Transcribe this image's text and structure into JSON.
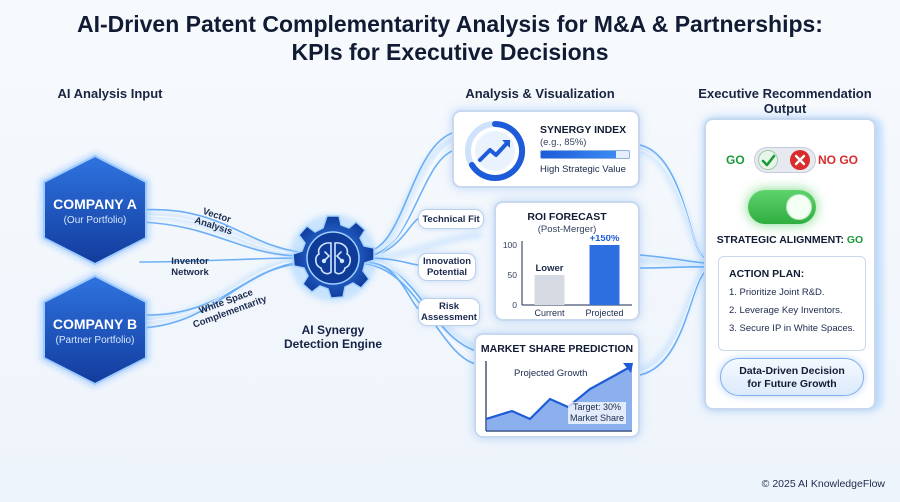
{
  "title_line1": "AI-Driven Patent Complementarity Analysis for M&A & Partnerships:",
  "title_line2": "KPIs for Executive Decisions",
  "sections": {
    "input": "AI Analysis Input",
    "analysis": "Analysis & Visualization",
    "output_line1": "Executive Recommendation",
    "output_line2": "Output"
  },
  "company_a": {
    "name": "COMPANY A",
    "sub": "(Our Portfolio)"
  },
  "company_b": {
    "name": "COMPANY B",
    "sub": "(Partner Portfolio)"
  },
  "flow_labels": {
    "vector_1": "Vector",
    "vector_2": "Analysis",
    "inventor_1": "Inventor",
    "inventor_2": "Network",
    "white_1": "White Space",
    "white_2": "Complementarity"
  },
  "engine": {
    "line1": "AI Synergy",
    "line2": "Detection Engine"
  },
  "kpi_pills": {
    "technical_fit": "Technical Fit",
    "innovation_1": "Innovation",
    "innovation_2": "Potential",
    "risk_1": "Risk",
    "risk_2": "Assessment"
  },
  "synergy": {
    "title": "SYNERGY INDEX",
    "subtitle": "(e.g., 85%)",
    "fill_fraction": 0.85,
    "value_label": "High Strategic Value"
  },
  "roi": {
    "title": "ROI FORECAST",
    "subtitle": "(Post-Merger)"
  },
  "market": {
    "title": "MARKET SHARE PREDICTION",
    "projected": "Projected Growth",
    "target_1": "Target: 30%",
    "target_2": "Market Share"
  },
  "decision": {
    "go": "GO",
    "no_go": "NO GO",
    "alignment_label": "STRATEGIC ALIGNMENT:",
    "alignment_value": "GO"
  },
  "action_plan": {
    "heading": "ACTION PLAN:",
    "items": [
      "1. Prioritize Joint R&D.",
      "2. Leverage Key Inventors.",
      "3. Secure IP in White Spaces."
    ]
  },
  "decision_pill": {
    "line1": "Data-Driven Decision",
    "line2": "for Future Growth"
  },
  "copyright": "© 2025 AI KnowledgeFlow",
  "colors": {
    "accent": "#1d5bd8",
    "go_green": "#1b9a3a",
    "no_go_red": "#d92d2d"
  },
  "chart_data": {
    "type": "bar",
    "title": "ROI FORECAST",
    "subtitle": "(Post-Merger)",
    "categories": [
      "Current",
      "Projected"
    ],
    "values": [
      50,
      100
    ],
    "bar_labels": [
      "Lower",
      "+150%"
    ],
    "yticks": [
      0,
      50,
      100
    ],
    "ylim": [
      0,
      100
    ]
  }
}
